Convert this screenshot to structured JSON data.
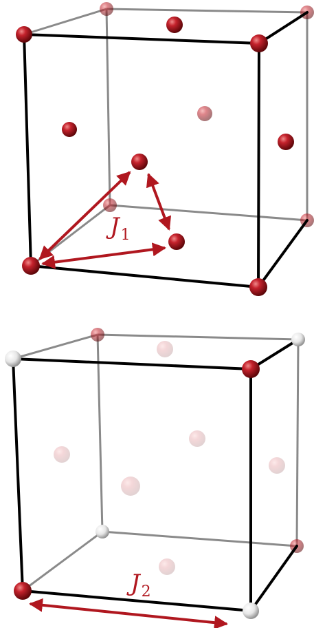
{
  "colors": {
    "edge_front": "#000000",
    "edge_back": "#8a8a8a",
    "atom_red": "#a5141c",
    "atom_white": "#e8e8e8",
    "arrow": "#b0171f"
  },
  "panels": [
    {
      "label": "J",
      "label_sub": "1",
      "atoms": [
        {
          "id": "corner-back-top-left",
          "kind": "red",
          "depth": "back"
        },
        {
          "id": "corner-back-top-right",
          "kind": "red",
          "depth": "back"
        },
        {
          "id": "corner-front-top-left",
          "kind": "red",
          "depth": "front"
        },
        {
          "id": "corner-front-top-right",
          "kind": "red",
          "depth": "front"
        },
        {
          "id": "corner-back-bottom-left",
          "kind": "red",
          "depth": "back"
        },
        {
          "id": "corner-back-bottom-right",
          "kind": "red",
          "depth": "back"
        },
        {
          "id": "corner-front-bottom-left",
          "kind": "red",
          "depth": "front"
        },
        {
          "id": "corner-front-bottom-right",
          "kind": "red",
          "depth": "front"
        },
        {
          "id": "face-top",
          "kind": "red",
          "depth": "front"
        },
        {
          "id": "face-back",
          "kind": "red",
          "depth": "back"
        },
        {
          "id": "face-left",
          "kind": "red",
          "depth": "front"
        },
        {
          "id": "face-right",
          "kind": "red",
          "depth": "front"
        },
        {
          "id": "face-front",
          "kind": "red",
          "depth": "front"
        },
        {
          "id": "face-bottom",
          "kind": "red",
          "depth": "front"
        }
      ]
    },
    {
      "label": "J",
      "label_sub": "2",
      "atoms": [
        {
          "id": "corner-back-top-left",
          "kind": "red",
          "depth": "back"
        },
        {
          "id": "corner-back-top-right",
          "kind": "white",
          "depth": "front"
        },
        {
          "id": "corner-front-top-left",
          "kind": "white",
          "depth": "front"
        },
        {
          "id": "corner-front-top-right",
          "kind": "red",
          "depth": "front"
        },
        {
          "id": "corner-back-bottom-left",
          "kind": "white",
          "depth": "front"
        },
        {
          "id": "corner-back-bottom-right",
          "kind": "red",
          "depth": "back"
        },
        {
          "id": "corner-front-bottom-left",
          "kind": "red",
          "depth": "front"
        },
        {
          "id": "corner-front-bottom-right",
          "kind": "white",
          "depth": "front"
        },
        {
          "id": "face-top",
          "kind": "red",
          "depth": "faded"
        },
        {
          "id": "face-back",
          "kind": "red",
          "depth": "faded"
        },
        {
          "id": "face-left",
          "kind": "red",
          "depth": "faded"
        },
        {
          "id": "face-right",
          "kind": "red",
          "depth": "faded"
        },
        {
          "id": "face-front",
          "kind": "red",
          "depth": "faded"
        },
        {
          "id": "face-bottom",
          "kind": "red",
          "depth": "faded"
        }
      ]
    }
  ]
}
